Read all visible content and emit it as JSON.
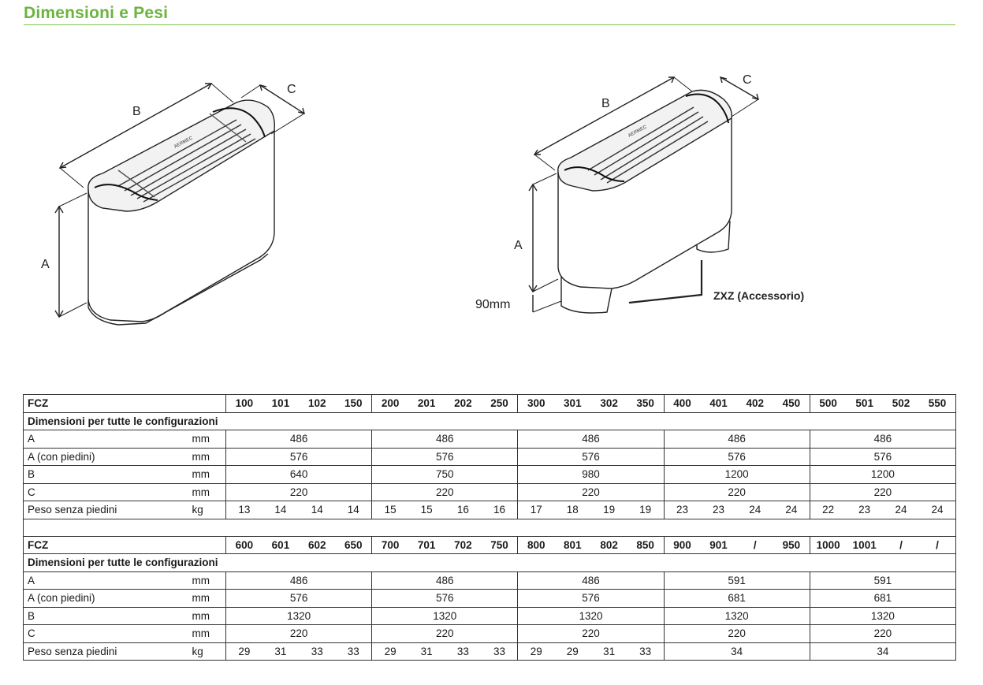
{
  "page": {
    "title": "Dimensioni e Pesi"
  },
  "drawing": {
    "left_labels": {
      "a": "A",
      "b": "B",
      "c": "C",
      "brand": "AERMEC"
    },
    "right_labels": {
      "a": "A",
      "b": "B",
      "c": "C",
      "feet": "90mm",
      "accessory": "ZXZ (Accessorio)",
      "brand": "AERMEC"
    }
  },
  "tables": [
    {
      "model_label": "FCZ",
      "models": [
        "100",
        "101",
        "102",
        "150",
        "200",
        "201",
        "202",
        "250",
        "300",
        "301",
        "302",
        "350",
        "400",
        "401",
        "402",
        "450",
        "500",
        "501",
        "502",
        "550"
      ],
      "section_title": "Dimensioni per tutte le configurazioni",
      "rows": [
        {
          "label": "A",
          "unit": "mm",
          "groups": [
            "486",
            "486",
            "486",
            "486",
            "486"
          ]
        },
        {
          "label": "A (con piedini)",
          "unit": "mm",
          "groups": [
            "576",
            "576",
            "576",
            "576",
            "576"
          ]
        },
        {
          "label": "B",
          "unit": "mm",
          "groups": [
            "640",
            "750",
            "980",
            "1200",
            "1200"
          ]
        },
        {
          "label": "C",
          "unit": "mm",
          "groups": [
            "220",
            "220",
            "220",
            "220",
            "220"
          ]
        }
      ],
      "weight": {
        "label": "Peso senza piedini",
        "unit": "kg",
        "values": [
          "13",
          "14",
          "14",
          "14",
          "15",
          "15",
          "16",
          "16",
          "17",
          "18",
          "19",
          "19",
          "23",
          "23",
          "24",
          "24",
          "22",
          "23",
          "24",
          "24"
        ]
      }
    },
    {
      "model_label": "FCZ",
      "models": [
        "600",
        "601",
        "602",
        "650",
        "700",
        "701",
        "702",
        "750",
        "800",
        "801",
        "802",
        "850",
        "900",
        "901",
        "/",
        "950",
        "1000",
        "1001",
        "/",
        "/"
      ],
      "section_title": "Dimensioni per tutte le configurazioni",
      "rows": [
        {
          "label": "A",
          "unit": "mm",
          "groups": [
            "486",
            "486",
            "486",
            "591",
            "591"
          ]
        },
        {
          "label": "A (con piedini)",
          "unit": "mm",
          "groups": [
            "576",
            "576",
            "576",
            "681",
            "681"
          ]
        },
        {
          "label": "B",
          "unit": "mm",
          "groups": [
            "1320",
            "1320",
            "1320",
            "1320",
            "1320"
          ]
        },
        {
          "label": "C",
          "unit": "mm",
          "groups": [
            "220",
            "220",
            "220",
            "220",
            "220"
          ]
        }
      ],
      "weight": {
        "label": "Peso senza piedini",
        "unit": "kg",
        "values": [
          "29",
          "31",
          "33",
          "33",
          "29",
          "31",
          "33",
          "33",
          "29",
          "29",
          "31",
          "33"
        ],
        "groups_merged": [
          "34",
          "34"
        ]
      }
    }
  ]
}
